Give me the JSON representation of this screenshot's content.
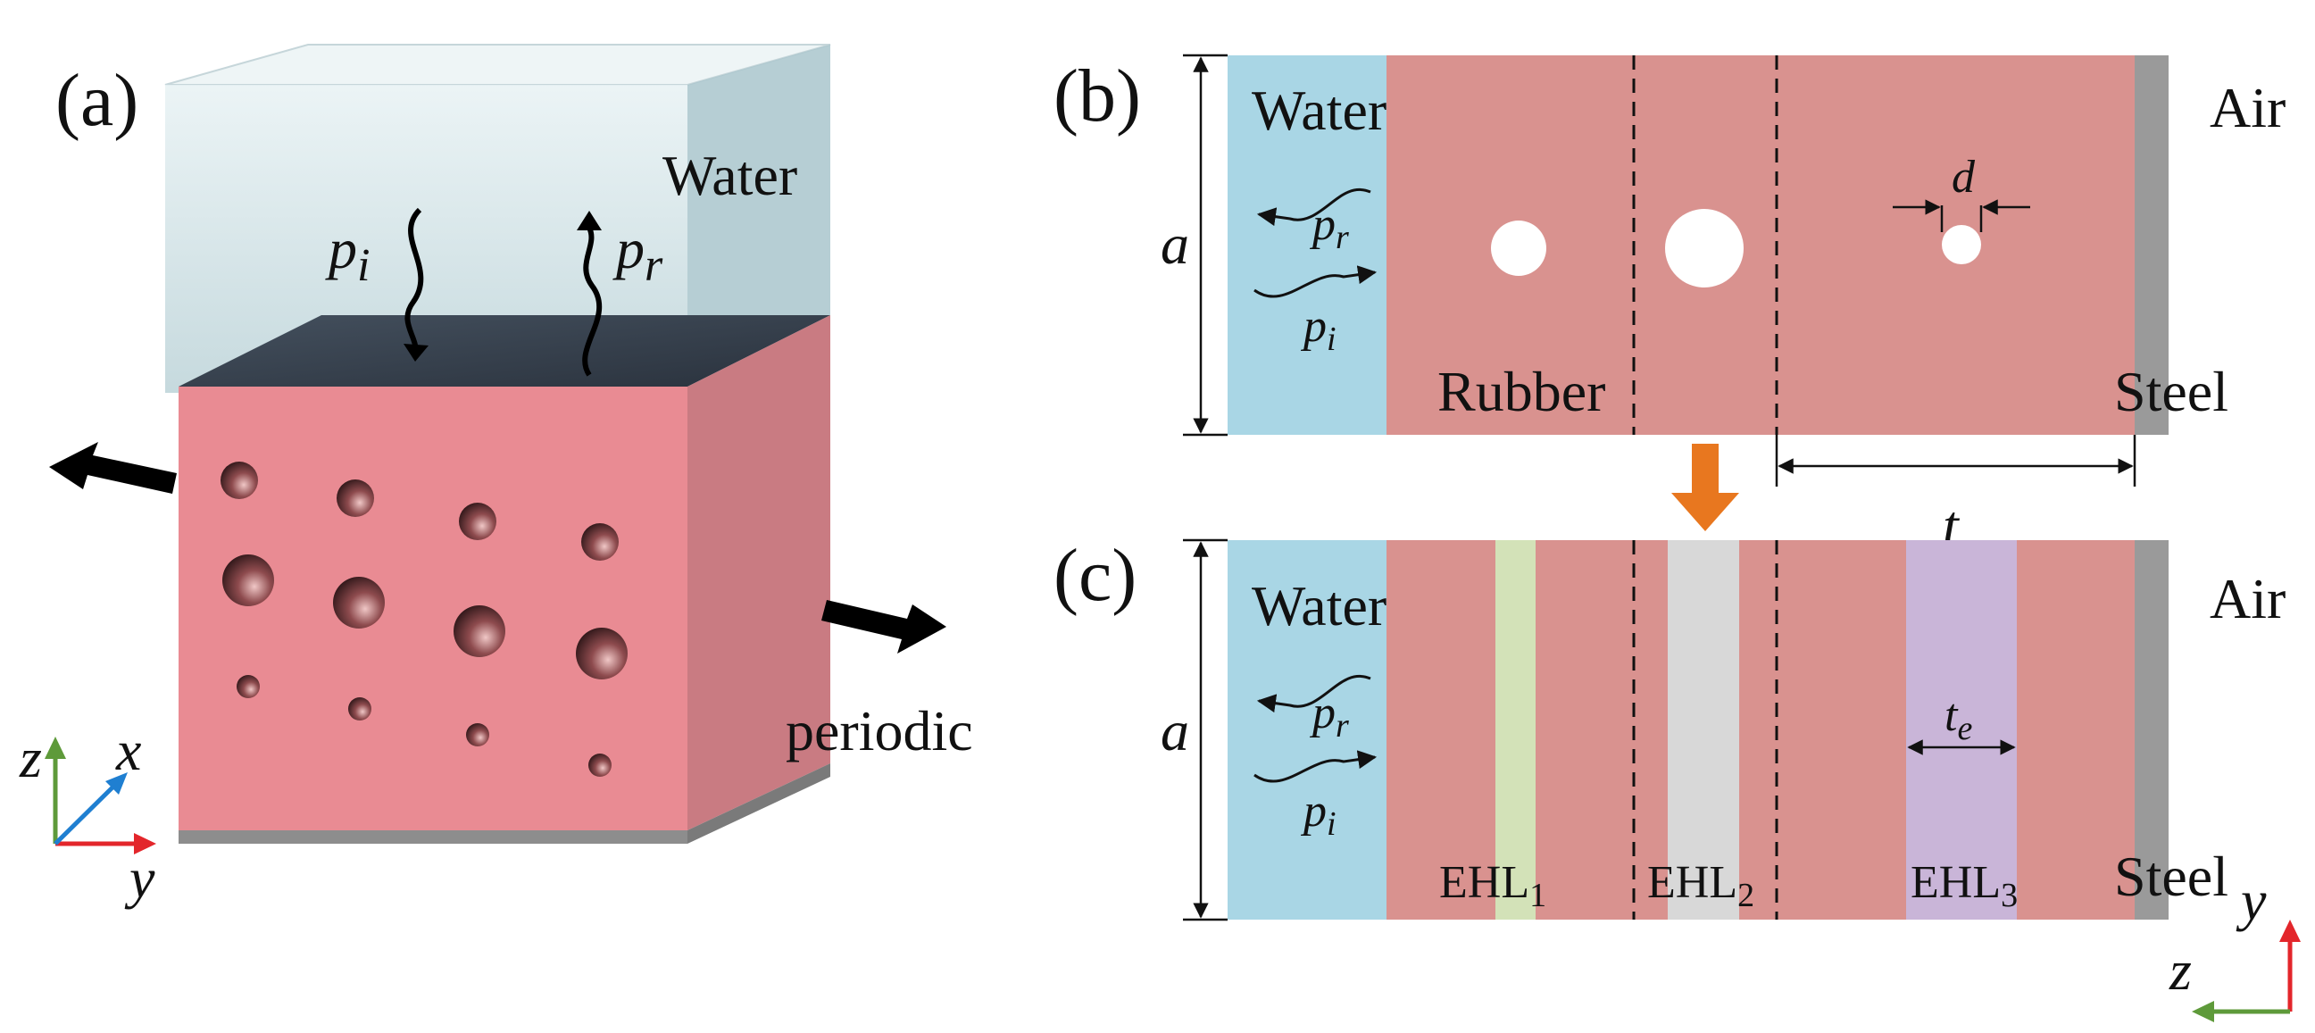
{
  "panels": {
    "a": {
      "label": "(a)",
      "water": "Water",
      "incident": {
        "main": "p",
        "sub": "i"
      },
      "reflected": {
        "main": "p",
        "sub": "r"
      },
      "periodic": "periodic",
      "axes": {
        "z": "z",
        "x": "x",
        "y": "y"
      }
    },
    "b": {
      "label": "(b)",
      "water": "Water",
      "rubber": "Rubber",
      "steel": "Steel",
      "air": "Air",
      "a": "a",
      "d": "d",
      "t": "t",
      "reflected": {
        "main": "p",
        "sub": "r"
      },
      "incident": {
        "main": "p",
        "sub": "i"
      }
    },
    "c": {
      "label": "(c)",
      "water": "Water",
      "steel": "Steel",
      "air": "Air",
      "a": "a",
      "te": {
        "main": "t",
        "sub": "e"
      },
      "reflected": {
        "main": "p",
        "sub": "r"
      },
      "incident": {
        "main": "p",
        "sub": "i"
      },
      "ehl": [
        {
          "main": "EHL",
          "sub": "1"
        },
        {
          "main": "EHL",
          "sub": "2"
        },
        {
          "main": "EHL",
          "sub": "3"
        }
      ],
      "axes": {
        "y": "y",
        "z": "z"
      }
    }
  },
  "colors": {
    "water": "#a9d6e5",
    "rubber": "#d9928f",
    "steel": "#9a9a9a",
    "ehl1": "#d3e2b8",
    "ehl2": "#d8d8d8",
    "ehl3": "#c9b5d8",
    "arrow": "#e8771f",
    "axis_x": "#1f7fd1",
    "axis_y": "#e3262b",
    "axis_z": "#5e9a3a"
  }
}
